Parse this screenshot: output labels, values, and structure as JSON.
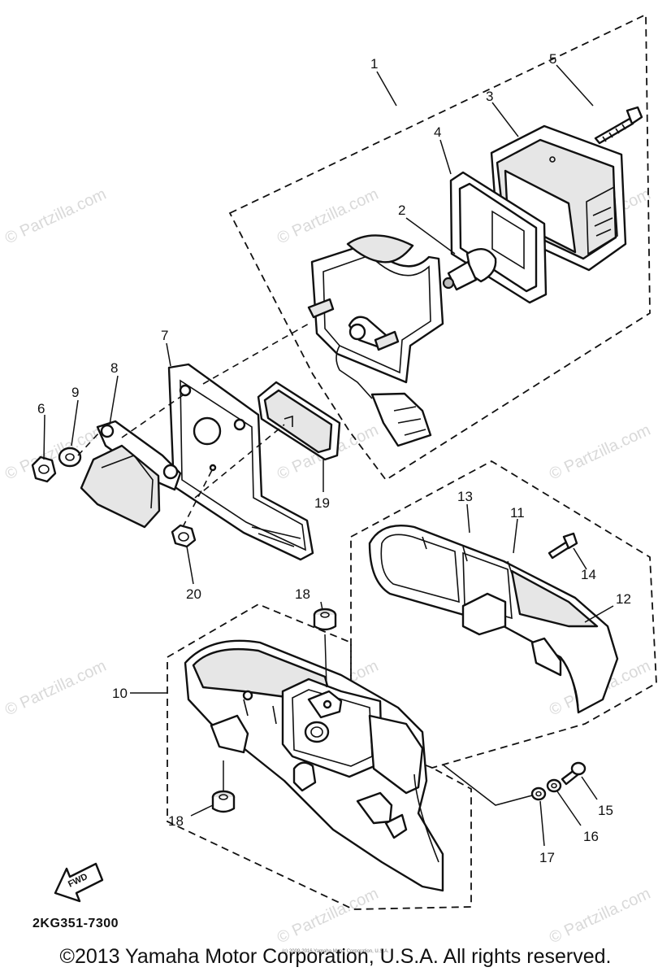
{
  "callouts": [
    {
      "id": "1",
      "text": "1"
    },
    {
      "id": "2",
      "text": "2"
    },
    {
      "id": "3",
      "text": "3"
    },
    {
      "id": "4",
      "text": "4"
    },
    {
      "id": "5",
      "text": "5"
    },
    {
      "id": "6",
      "text": "6"
    },
    {
      "id": "7",
      "text": "7"
    },
    {
      "id": "8",
      "text": "8"
    },
    {
      "id": "9",
      "text": "9"
    },
    {
      "id": "10",
      "text": "10"
    },
    {
      "id": "11",
      "text": "11"
    },
    {
      "id": "12",
      "text": "12"
    },
    {
      "id": "13",
      "text": "13"
    },
    {
      "id": "14",
      "text": "14"
    },
    {
      "id": "15",
      "text": "15"
    },
    {
      "id": "16",
      "text": "16"
    },
    {
      "id": "17",
      "text": "17"
    },
    {
      "id": "18a",
      "text": "18"
    },
    {
      "id": "18b",
      "text": "18"
    },
    {
      "id": "19",
      "text": "19"
    },
    {
      "id": "20",
      "text": "20"
    }
  ],
  "fwd_label": "FWD",
  "diagram_code": "2KG351-7300",
  "copyright": "©2013 Yamaha Motor Corporation, U.S.A. All rights reserved.",
  "small_note": "(c) 2009-2016 Yamaha Motor Corporation, U.S.A.",
  "watermark": "© Partzilla.com"
}
